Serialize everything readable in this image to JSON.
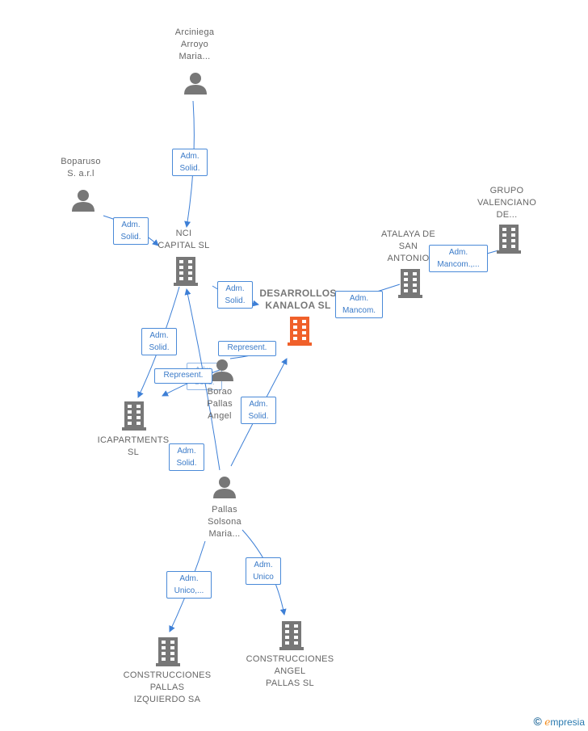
{
  "nodes": {
    "arciniega": {
      "label": "Arciniega\nArroyo\nMaria...",
      "icon": "person-icon"
    },
    "boparuso": {
      "label": "Boparuso\nS. a.r.l",
      "icon": "person-icon"
    },
    "nci": {
      "label": "NCI\nCAPITAL  SL",
      "icon": "building-icon"
    },
    "desarrollos": {
      "label": "DESARROLLOS\nKANALOA  SL",
      "icon": "building-icon",
      "color": "#f0602a"
    },
    "atalaya": {
      "label": "ATALAYA DE\nSAN\nANTONIO",
      "icon": "building-icon"
    },
    "grupo": {
      "label": "GRUPO\nVALENCIANO\nDE...",
      "icon": "building-icon"
    },
    "borao": {
      "label": "Borao\nPallas\nAngel",
      "icon": "person-icon"
    },
    "icapartments": {
      "label": "ICAPARTMENTS\nSL",
      "icon": "building-icon"
    },
    "pallas": {
      "label": "Pallas\nSolsona\nMaria...",
      "icon": "person-icon"
    },
    "cpi": {
      "label": "CONSTRUCCIONES\nPALLAS\nIZQUIERDO SA",
      "icon": "building-icon"
    },
    "cap": {
      "label": "CONSTRUCCIONES\nANGEL\nPALLAS SL",
      "icon": "building-icon"
    }
  },
  "edges": [
    {
      "label": "Adm.\nSolid."
    },
    {
      "label": "Adm.\nSolid."
    },
    {
      "label": "Adm.\nSolid."
    },
    {
      "label": "Adm.\nSolid."
    },
    {
      "label": "Represent."
    },
    {
      "label": "Represent."
    },
    {
      "label": "Adm.\nSolid."
    },
    {
      "label": "Adm.\nSolid."
    },
    {
      "label": "Adm.\nMancom."
    },
    {
      "label": "Adm.\nMancom.,..."
    },
    {
      "label": "Adm.\nUnico,..."
    },
    {
      "label": "Adm.\nUnico"
    },
    {
      "label": "Adm.\nSolid."
    }
  ],
  "colors": {
    "line": "#3d7fd6",
    "icon": "#777777",
    "focus": "#f0602a"
  },
  "brand": {
    "copyright": "©",
    "name_initial": "e",
    "name_rest": "mpresia"
  }
}
